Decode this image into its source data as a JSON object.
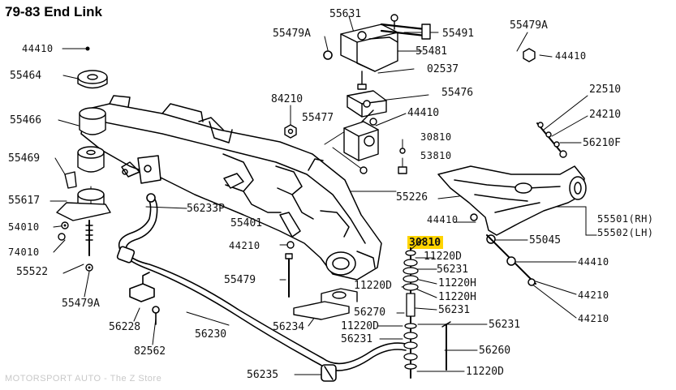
{
  "title": "79-83 End Link",
  "watermark": "MOTORSPORT AUTO - The Z Store",
  "highlight_color": "#ffd400",
  "highlighted_part": "30810",
  "labels": [
    "55631",
    "55479A",
    "55491",
    "55479A",
    "44410",
    "44410",
    "55464",
    "55481",
    "02537",
    "55476",
    "84210",
    "44410",
    "22510",
    "55466",
    "55477",
    "24210",
    "56210F",
    "30810",
    "53810",
    "55469",
    "55226",
    "55617",
    "56233P",
    "55401",
    "44410",
    "55501(RH)",
    "55502(LH)",
    "54010",
    "55045",
    "74010",
    "44210",
    "30810",
    "11220D",
    "55522",
    "56231",
    "44410",
    "55479",
    "11220D",
    "11220H",
    "11220H",
    "44210",
    "55479A",
    "56270",
    "56231",
    "44210",
    "56228",
    "56234",
    "11220D",
    "56230",
    "56231",
    "56231",
    "82562",
    "56260",
    "56235",
    "11220D"
  ]
}
